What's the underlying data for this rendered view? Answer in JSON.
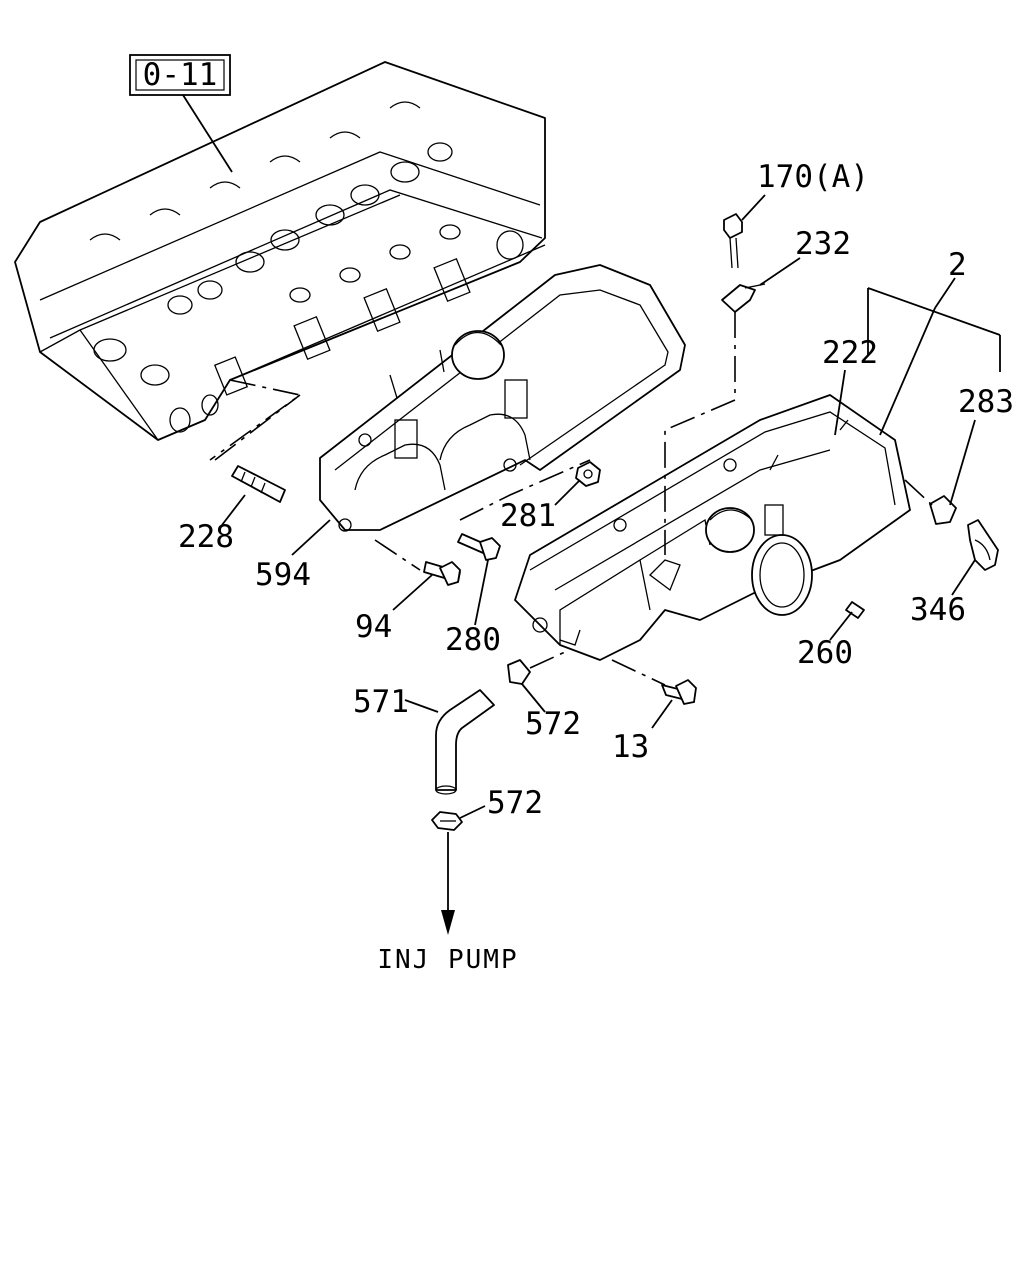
{
  "diagram": {
    "reference_box": "0-11",
    "callouts": {
      "p170a": "170(A)",
      "p232": "232",
      "p2": "2",
      "p222": "222",
      "p283": "283",
      "p228": "228",
      "p281": "281",
      "p594": "594",
      "p346": "346",
      "p94": "94",
      "p280": "280",
      "p260": "260",
      "p571": "571",
      "p572a": "572",
      "p572b": "572",
      "p13": "13"
    },
    "destination": "INJ PUMP"
  }
}
